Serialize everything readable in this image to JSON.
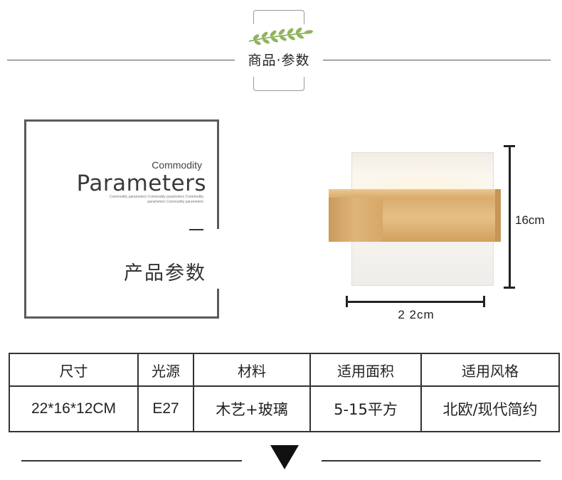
{
  "header": {
    "title": "商品·参数"
  },
  "card": {
    "commodity": "Commodity",
    "parameters": "Parameters",
    "small_line1": "Commodity parameters Commodity parameters Commodity",
    "small_line2": "parameters Commodity parameters",
    "cn_title": "产品参数"
  },
  "dimensions": {
    "height": "16cm",
    "width": "2 2cm"
  },
  "table": {
    "headers": [
      "尺寸",
      "光源",
      "材料",
      "适用面积",
      "适用风格"
    ],
    "values": [
      "22*16*12CM",
      "E27",
      "木艺+玻璃",
      "5-15平方",
      "北欧/现代简约"
    ]
  },
  "icons": {
    "leaf": "leaf-branch-icon",
    "arrow": "down-triangle-icon"
  },
  "colors": {
    "leaf": "#8fb45a",
    "wood": "#d9ac6c",
    "line": "#333333"
  }
}
